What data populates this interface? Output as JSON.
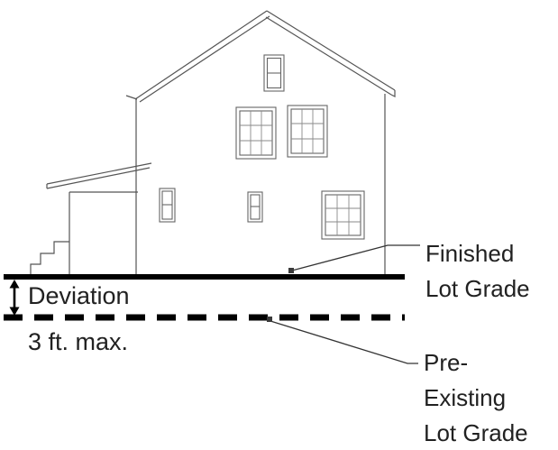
{
  "labels": {
    "deviation": "Deviation",
    "deviation_max": "3 ft. max.",
    "finished": {
      "line1": "Finished",
      "line2": "Lot Grade"
    },
    "pre_existing": {
      "line1": "Pre-",
      "line2": "Existing",
      "line3": "Lot Grade"
    }
  },
  "icons": {
    "deviation_arrow": "double-headed-vertical-arrow"
  },
  "colors": {
    "grade_line": "#000000",
    "drawing_line": "#555555",
    "window_grid": "#8a8a8a",
    "leader_line": "#333333",
    "text": "#212121",
    "background": "#ffffff"
  }
}
